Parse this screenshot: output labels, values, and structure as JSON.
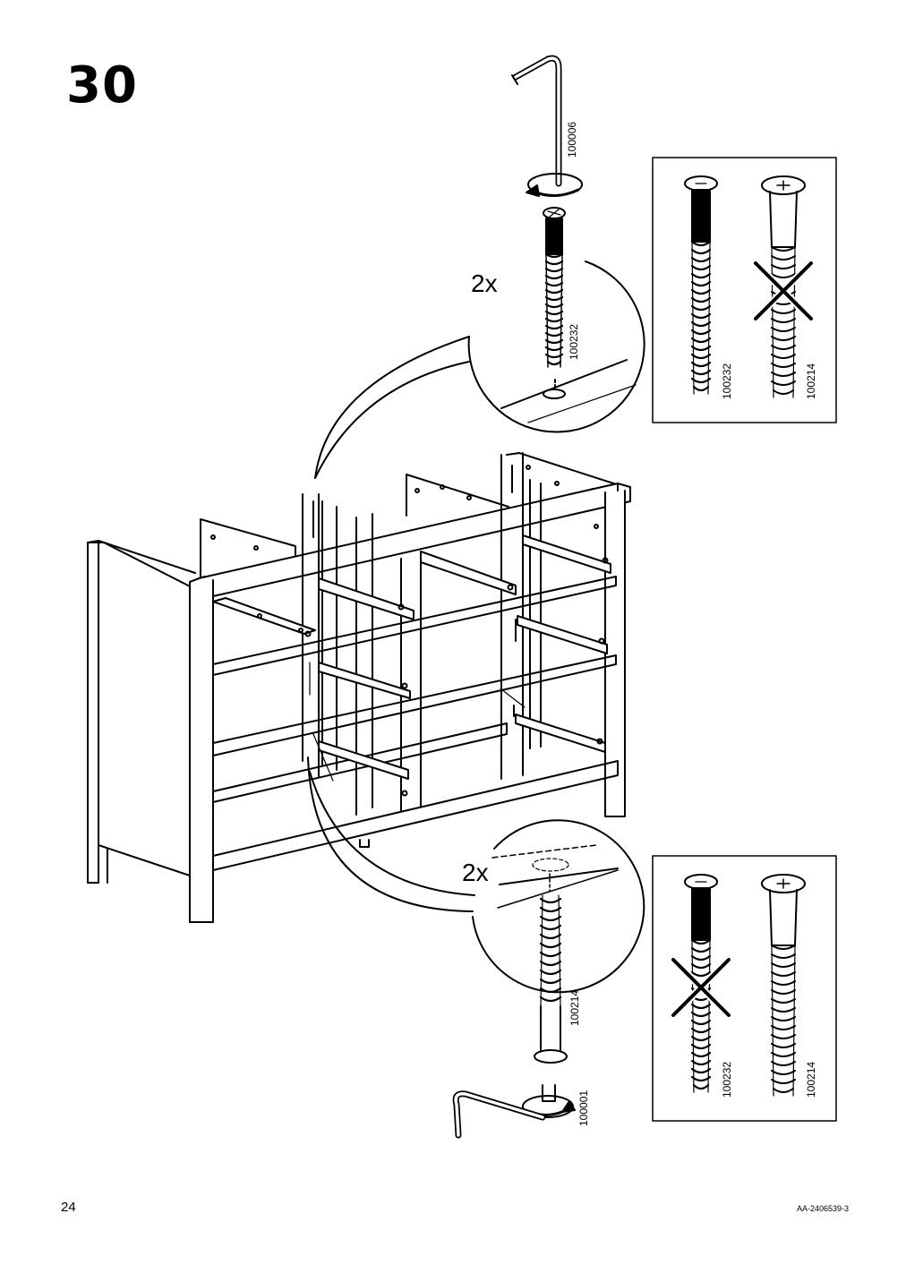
{
  "step": {
    "number": "30"
  },
  "top_detail": {
    "quantity": "2x",
    "tool_code": "100006",
    "screw_code": "100232"
  },
  "bottom_detail": {
    "quantity": "2x",
    "tool_code": "100001",
    "screw_code": "100214"
  },
  "top_compare_box": {
    "correct_code": "100232",
    "wrong_code": "100214"
  },
  "bottom_compare_box": {
    "wrong_code": "100232",
    "correct_code": "100214"
  },
  "footer": {
    "page_number": "24",
    "document_code": "AA-2406539-3"
  }
}
